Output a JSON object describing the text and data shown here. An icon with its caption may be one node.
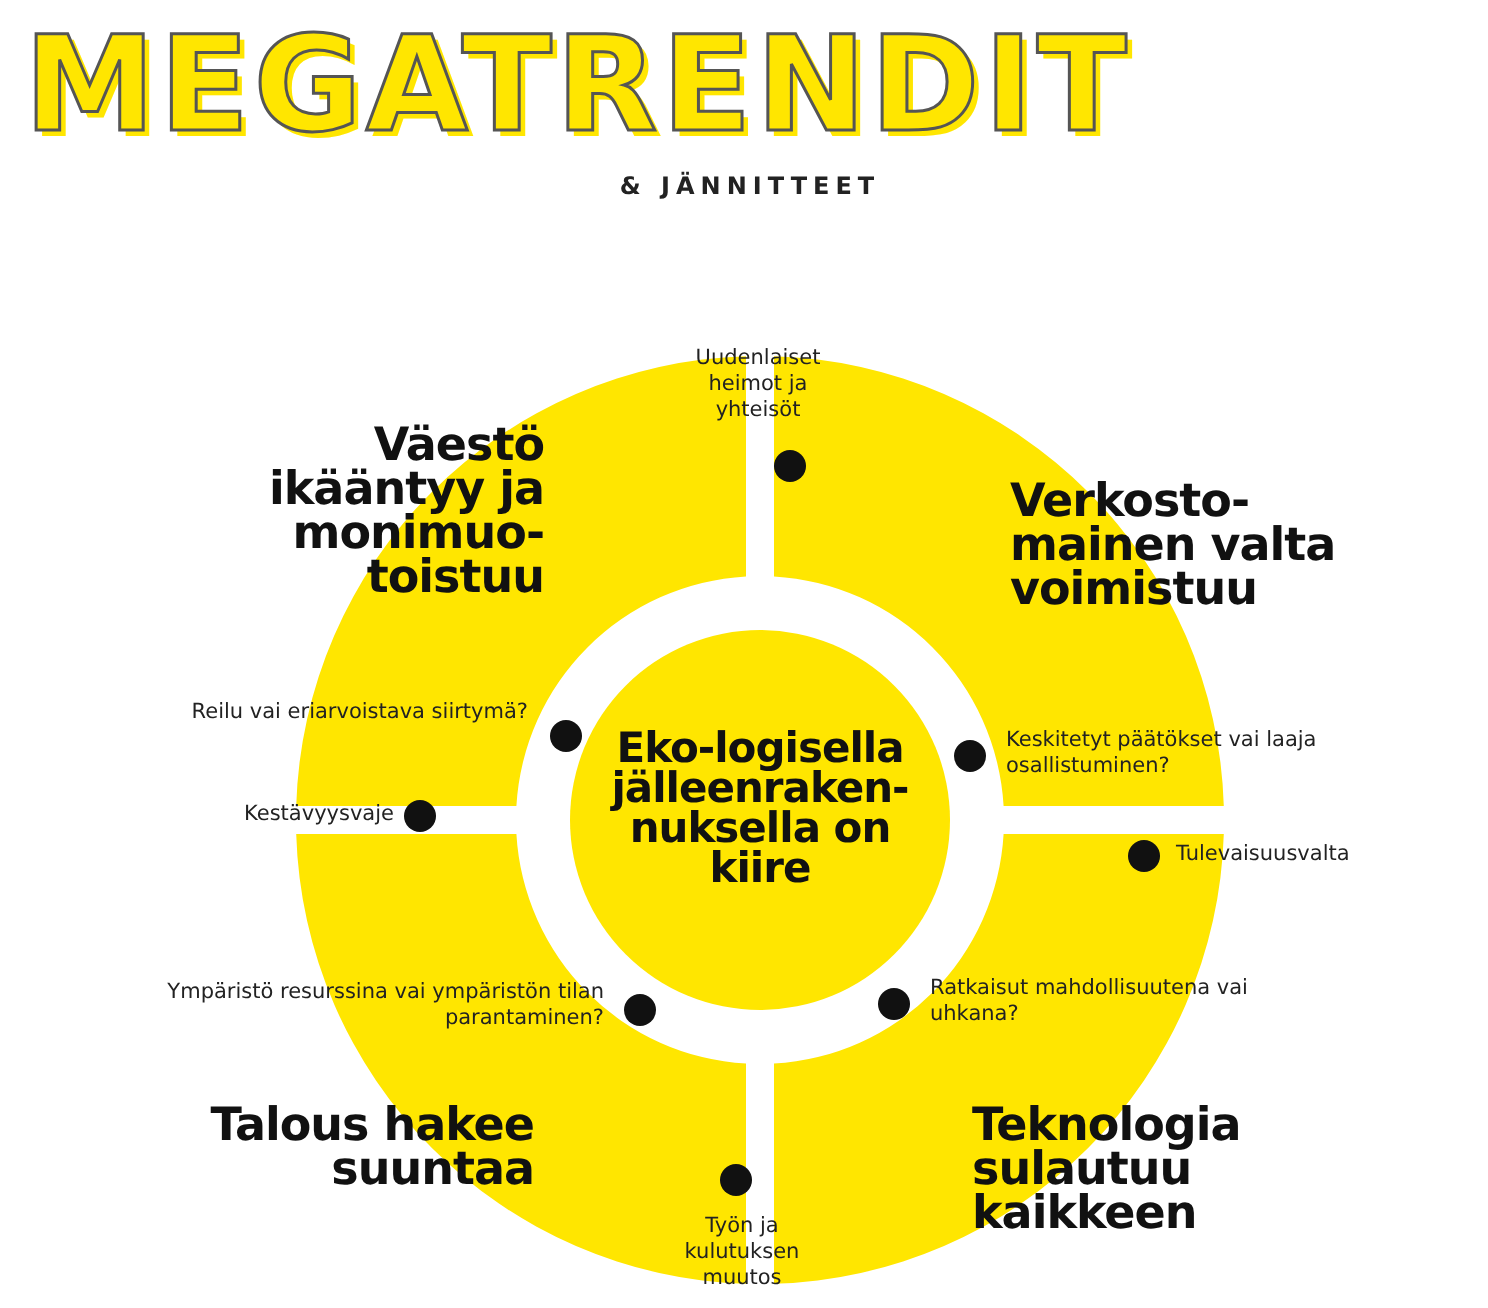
{
  "diagram": {
    "title": "MEGATRENDIT",
    "nodes": [
      {
        "text": [
          "Väestö ikääntyy ja monimuo-toistuu"
        ]
      },
      {
        "text": [
          "Verkosto-mainen valta voimistuu"
        ]
      },
      {
        "text": [
          "Eko-logisella jälleenraken-nuksella on kiire"
        ]
      },
      {
        "text": [
          "Talous hakee suuntaa"
        ]
      },
      {
        "text": [
          "Teknologia sulautuu kaikkeen"
        ]
      }
    ],
    "labels": [
      "& JÄNNITTEET",
      "Uudenlaiset heimot ja yhteisöt",
      "Reilu vai eriarvoistava siirtymä?",
      "Keskitetyt päätökset vai laaja osallistuminen?",
      "Kestävyysvaje",
      "Tulevaisuusvalta",
      "Ympäristö resurssina vai ympäristön tilan parantaminen?",
      "Ratkaisut mahdollisuutena vai uhkana?",
      "Työn ja kulutuksen muutos"
    ]
  }
}
